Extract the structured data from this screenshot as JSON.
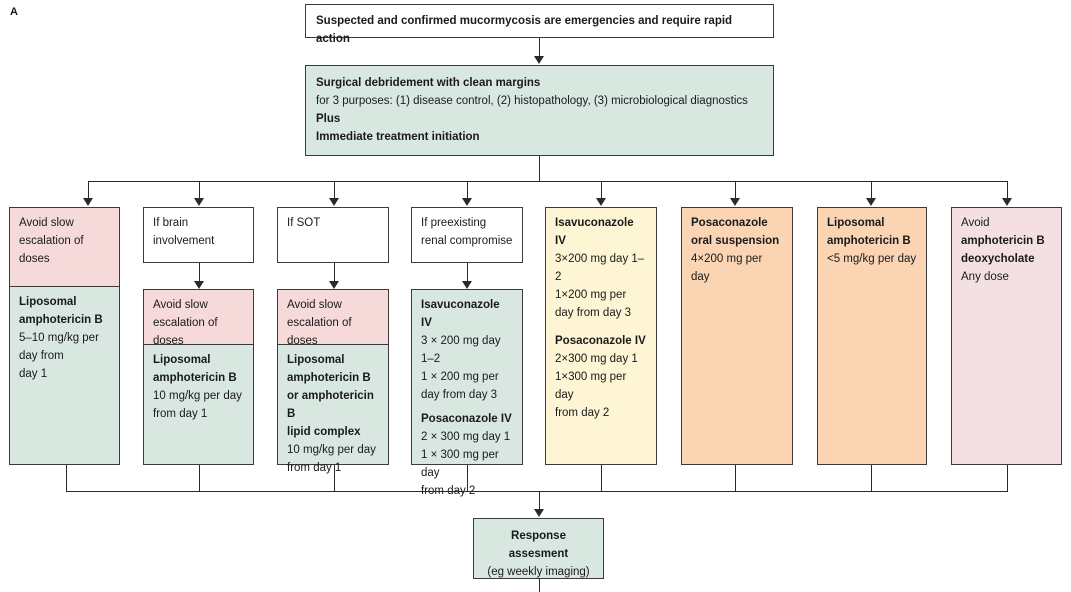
{
  "panel_label": "A",
  "top": {
    "text": "Suspected and confirmed mucormycosis are emergencies and require rapid action"
  },
  "surgery": {
    "title": "Surgical debridement with clean margins",
    "purposes": "for 3 purposes: (1) disease control, (2) histopathology, (3) microbiological diagnostics",
    "plus": "Plus",
    "treatment": "Immediate treatment initiation"
  },
  "col1": {
    "header": "Avoid slow escalation of doses",
    "drug": "Liposomal amphotericin B",
    "dose1": "5–10 mg/kg per",
    "dose2": "day from",
    "dose3": "day 1"
  },
  "col2": {
    "header": "If brain involvement",
    "sub": "Avoid slow escalation of doses",
    "drug": "Liposomal amphotericin B",
    "dose1": "10 mg/kg per day",
    "dose2": "from day 1"
  },
  "col3": {
    "header": "If SOT",
    "sub": "Avoid slow escalation of doses",
    "drug1": "Liposomal",
    "drug2": "amphotericin B",
    "drug3": "or amphotericin B",
    "drug4": "lipid complex",
    "dose1": "10 mg/kg per day",
    "dose2": "from day 1"
  },
  "col4": {
    "header": "If preexisting renal compromise",
    "drug_a": "Isavuconazole IV",
    "a1": "3 × 200 mg day 1–2",
    "a2": "1 × 200 mg per",
    "a3": "day from day 3",
    "drug_b": "Posaconazole IV",
    "b1": "2 × 300 mg day 1",
    "b2": "1 × 300 mg per day",
    "b3": "from day 2"
  },
  "col5": {
    "drug_a": "Isavuconazole IV",
    "a1": "3×200 mg day 1–2",
    "a2": "1×200 mg per",
    "a3": "day from day 3",
    "drug_b": "Posaconazole IV",
    "b1": "2×300 mg day 1",
    "b2": "1×300 mg per day",
    "b3": "from day 2"
  },
  "col6": {
    "drug": "Posaconazole oral suspension",
    "dose": "4×200 mg per day"
  },
  "col7": {
    "drug": "Liposomal amphotericin B",
    "dose": "<5 mg/kg per day"
  },
  "col8": {
    "avoid": "Avoid",
    "drug": "amphotericin B deoxycholate",
    "dose": "Any dose"
  },
  "response": {
    "title": "Response assesment",
    "sub": "(eg weekly imaging)"
  },
  "colors": {
    "green": "#d8e8e1",
    "pink": "#f6d9d9",
    "yellow": "#fdf5d3",
    "orange": "#fbd4b4",
    "mauve": "#f4e0e3"
  }
}
